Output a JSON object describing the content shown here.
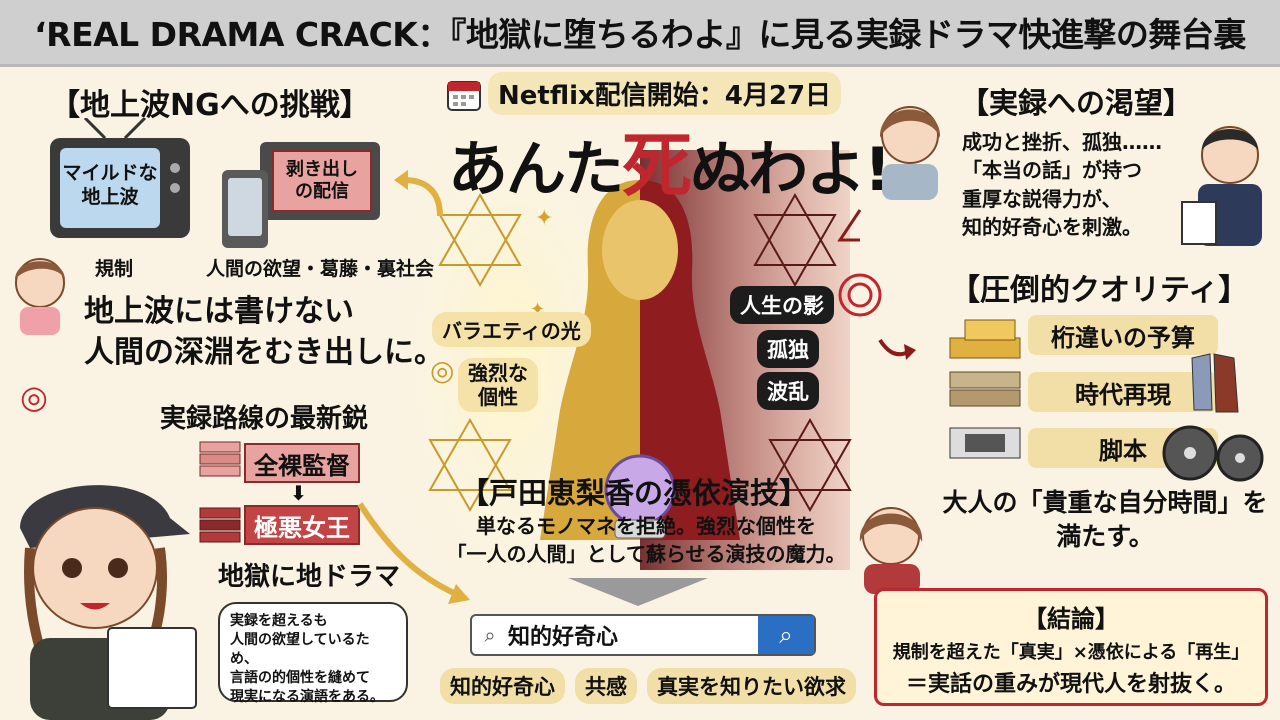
{
  "header": {
    "title": "‘REAL DRAMA CRACK：『地獄に堕ちるわよ』に見る実録ドラマ快進撃の舞台裏"
  },
  "release": {
    "text": "Netflix配信開始：4月27日",
    "icon": "calendar-icon"
  },
  "headline": {
    "part1": "あんた",
    "part2": "死",
    "part3": "ぬわよ!"
  },
  "terrestrial": {
    "heading": "【地上波NGへの挑戦】",
    "tv_text": "マイルドな\n地上波",
    "tablet_text": "剥き出し\nの配信",
    "label_regulation": "規制",
    "label_desire": "人間の欲望・葛藤・裏社会",
    "tagline_line1": "地上波には書けない",
    "tagline_line2": "人間の深淵をむき出しに。"
  },
  "lineage": {
    "heading": "実録路線の最新鋭",
    "item1": "全裸監督",
    "item2": "極悪女王",
    "item3": "地獄に地ドラマ",
    "note": "実録を超えるも\n人間の欲望しているため、\n言語の的個性を縫めて\n現実になる演語をある。"
  },
  "center": {
    "light_label": "バラエティの光",
    "strong_label": "強烈な\n個性",
    "dark_labels": [
      "人生の影",
      "孤独",
      "波乱"
    ],
    "acting_heading": "【戸田恵梨香の憑依演技】",
    "acting_line1": "単なるモノマネを拒絶。強烈な個性を",
    "acting_line2": "「一人の人間」として蘇らせる演技の魔力。"
  },
  "search": {
    "value": "知的好奇心",
    "tags": [
      "知的好奇心",
      "共感",
      "真実を知りたい欲求"
    ]
  },
  "real_desire": {
    "heading": "【実録への渇望】",
    "text": "成功と挫折、孤独……\n「本当の話」が持つ\n重厚な説得力が、\n知的好奇心を刺激。"
  },
  "quality": {
    "heading": "【圧倒的クオリティ】",
    "items": [
      "桁違いの予算",
      "時代再現",
      "脚本"
    ],
    "summary_line1": "大人の「貴重な自分時間」を",
    "summary_line2": "満たす。"
  },
  "conclusion": {
    "heading": "【結論】",
    "line1": "規制を超えた「真実」×憑依による「再生」",
    "line2": "＝実話の重みが現代人を射抜く。"
  },
  "colors": {
    "accent_red": "#c0262d",
    "gold": "#e0b040",
    "dark_red": "#8b1a1a",
    "title_bg": "#cfcfcf",
    "pill": "#f2dfa8"
  }
}
